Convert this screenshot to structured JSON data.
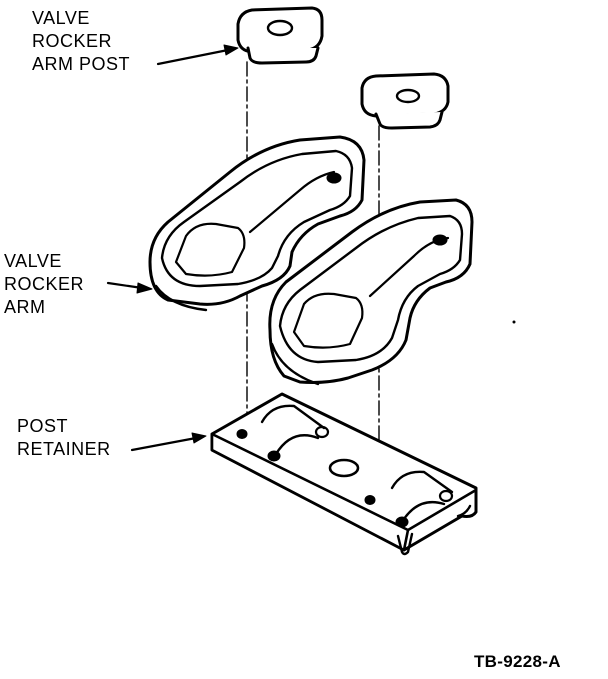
{
  "labels": {
    "rocker_arm_post": [
      "VALVE",
      "ROCKER",
      "ARM POST"
    ],
    "rocker_arm": [
      "VALVE",
      "ROCKER",
      "ARM"
    ],
    "post_retainer": [
      "POST",
      "RETAINER"
    ]
  },
  "figure_code": "TB-9228-A",
  "colors": {
    "ink": "#000000",
    "paper": "#ffffff"
  }
}
